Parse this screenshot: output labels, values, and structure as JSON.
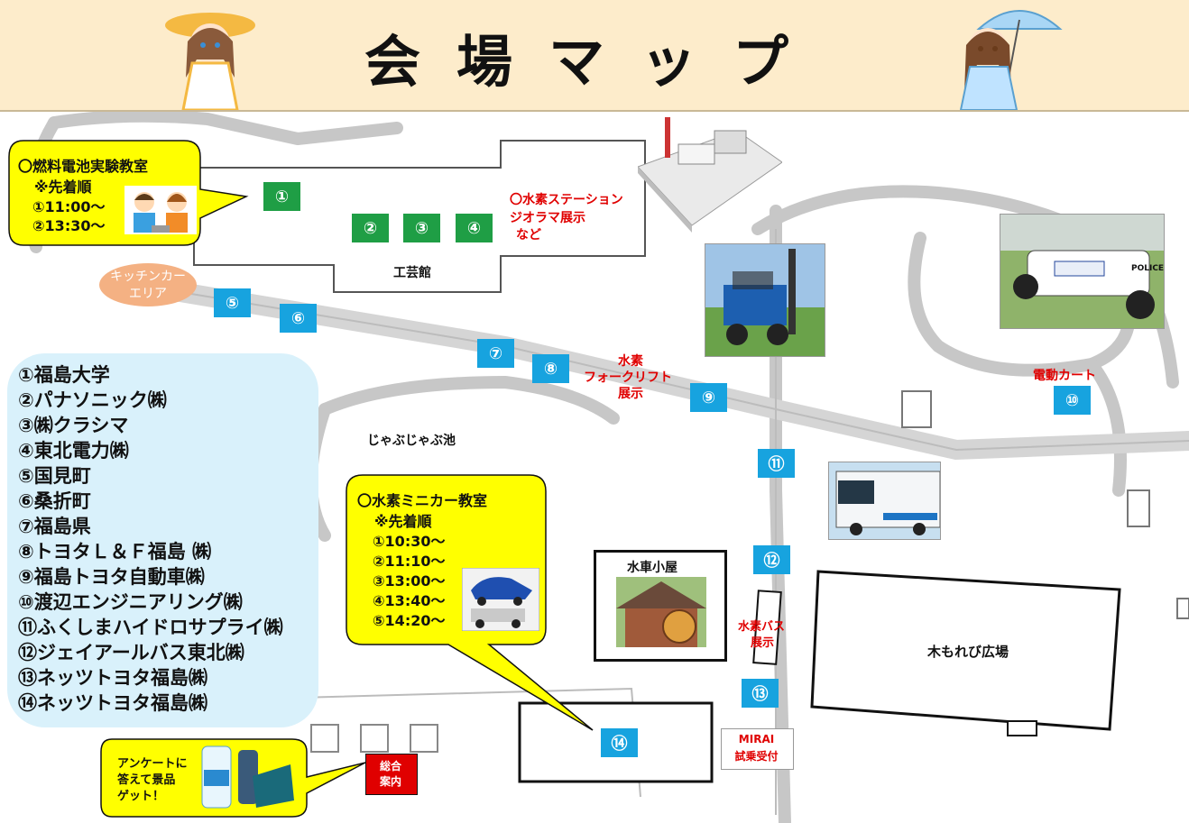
{
  "header": {
    "title": "会場マップ"
  },
  "booths": [
    "①",
    "②",
    "③",
    "④",
    "⑤",
    "⑥",
    "⑦",
    "⑧",
    "⑨",
    "⑩",
    "⑪",
    "⑫",
    "⑬",
    "⑭"
  ],
  "legend": {
    "items": [
      "①福島大学",
      "②パナソニック㈱",
      "③㈱クラシマ",
      "④東北電力㈱",
      "⑤国見町",
      "⑥桑折町",
      "⑦福島県",
      "⑧トヨタＬ＆Ｆ福島 ㈱",
      "⑨福島トヨタ自動車㈱",
      "⑩渡辺エンジニアリング㈱",
      "⑪ふくしまハイドロサプライ㈱",
      "⑫ジェイアールバス東北㈱",
      "⑬ネッツトヨタ福島㈱",
      "⑭ネッツトヨタ福島㈱"
    ]
  },
  "fuel_cell_class": {
    "title": "〇燃料電池実験教室",
    "note": "※先着順",
    "times": [
      "①11:00～",
      "②13:30～"
    ]
  },
  "mini_car_class": {
    "title": "〇水素ミニカー教室",
    "note": "※先着順",
    "times": [
      "①10:30～",
      "②11:10～",
      "③13:00～",
      "④13:40～",
      "⑤14:20～"
    ]
  },
  "labels": {
    "station_line1": "〇水素ステーション",
    "station_line2": "ジオラマ展示",
    "station_line3": "など",
    "kogeikan": "工芸館",
    "kitchen_line1": "キッチンカー",
    "kitchen_line2": "エリア",
    "forklift_line1": "水素",
    "forklift_line2": "フォークリフト",
    "forklift_line3": "展示",
    "ev_cart": "電動カート",
    "pond": "じゃぶじゃぶ池",
    "watermill": "水車小屋",
    "bus_line1": "水素バス",
    "bus_line2": "展示",
    "plaza": "木もれび広場",
    "mirai_line1": "MIRAI",
    "mirai_line2": "試乗受付",
    "info_line1": "総合",
    "info_line2": "案内",
    "survey_line1": "アンケートに",
    "survey_line2": "答えて景品",
    "survey_line3": "ゲット！"
  },
  "colors": {
    "header_bg": "#fdeccb",
    "booth_green": "#1f9e45",
    "booth_blue": "#17a3df",
    "callout_yellow": "#ffff00",
    "legend_bg": "#d9f1fb",
    "accent_red": "#e00000"
  }
}
